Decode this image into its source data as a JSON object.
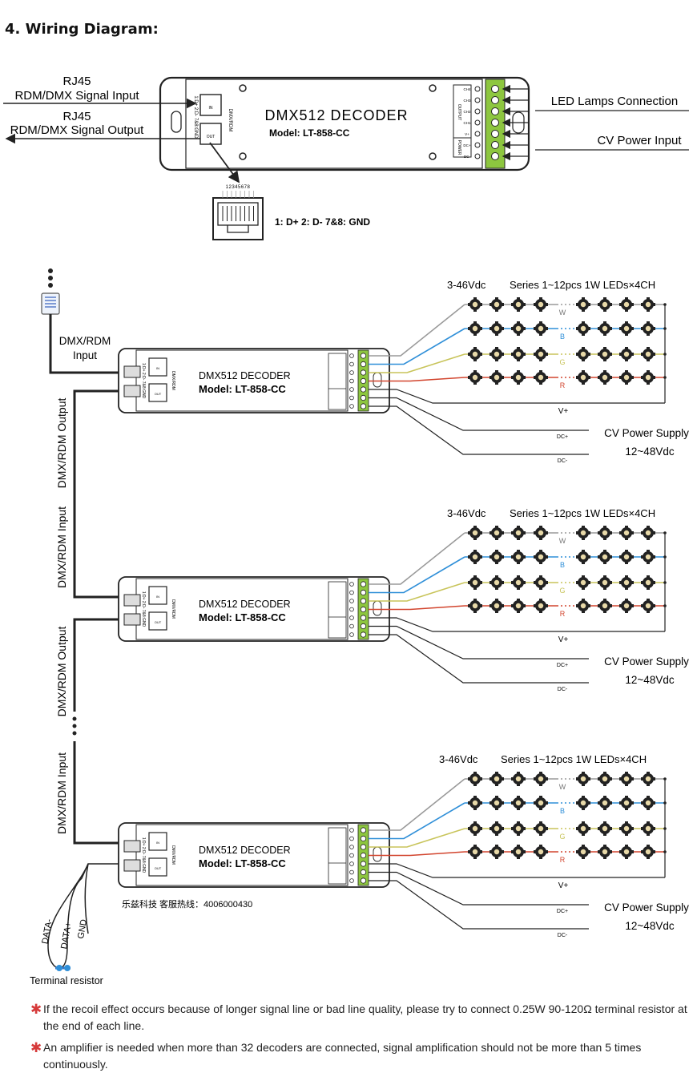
{
  "heading": "4.  Wiring Diagram:",
  "top": {
    "rj45_in": "RJ45",
    "signal_in": "RDM/DMX Signal Input",
    "rj45_out": "RJ45",
    "signal_out": "RDM/DMX Signal Output",
    "led_conn": "LED Lamps Connection",
    "cv_input": "CV Power Input",
    "pinout": "1: D+   2: D-   7&8: GND",
    "pin_numbers": "12345678"
  },
  "decoder": {
    "title": "DMX512 DECODER",
    "model": "Model: LT-858-CC",
    "side_port_labels": "1:D+  2:D-  7&8:GND",
    "dmx_rdm": "DMX/RDM",
    "in": "IN",
    "out": "OUT",
    "output": "OUTPUT",
    "power": "POWER",
    "terminals": [
      "CH4",
      "CH3",
      "CH2",
      "CH1",
      "V+",
      "DC+",
      "DC-"
    ]
  },
  "chain": {
    "dmx_rdm_input": "DMX/RDM",
    "input": "Input",
    "vertical_output": "DMX/RDM Output",
    "vertical_input": "DMX/RDM Input"
  },
  "led_block": {
    "voltage": "3-46Vdc",
    "series": "Series 1~12pcs 1W LEDs×4CH",
    "channels": [
      "W",
      "B",
      "G",
      "R"
    ],
    "vplus": "V+",
    "dcplus": "DC+",
    "dcminus": "DC-",
    "cv_supply": "CV Power Supply",
    "cv_range": "12~48Vdc"
  },
  "hotline": "乐兹科技 客服热线：4006000430",
  "terminal": {
    "data_minus": "DATA-",
    "data_plus": "DATA+",
    "gnd": "GND",
    "label": "Terminal resistor"
  },
  "notes": [
    "If the recoil effect occurs because of longer signal line or bad line quality, please try to connect 0.25W 90-120Ω terminal resistor at the end of each line.",
    "An amplifier is needed when more than 32 decoders are connected, signal amplification should not be more than 5 times continuously."
  ],
  "colors": {
    "W": "#9a9a9a",
    "B": "#2f8fd8",
    "G": "#c8c45a",
    "R": "#d2452e",
    "terminal_green": "#8dc63f",
    "note_star": "#d63a3a"
  }
}
